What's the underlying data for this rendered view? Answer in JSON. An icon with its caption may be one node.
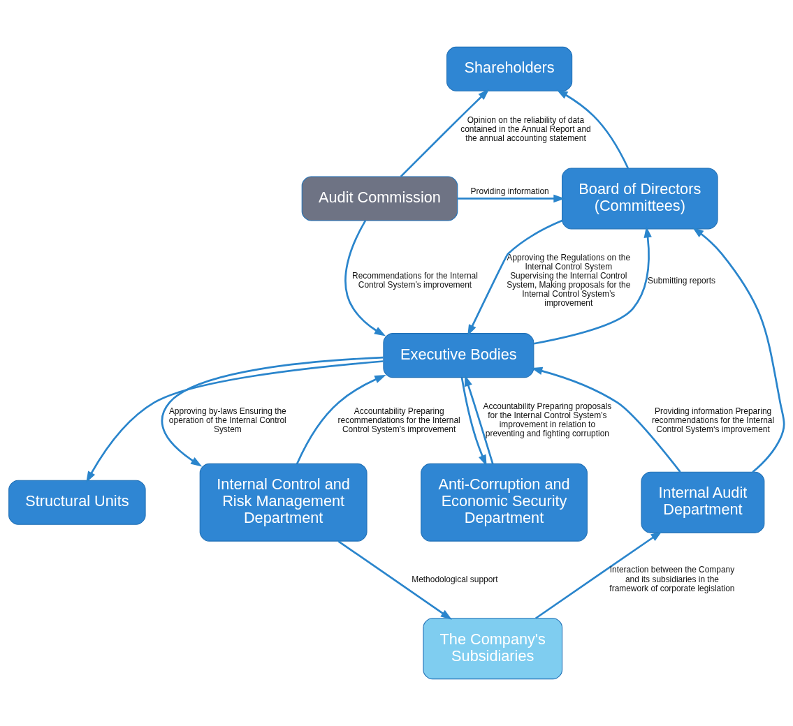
{
  "diagram": {
    "nodes": [
      {
        "text": [
          "Shareholders"
        ]
      },
      {
        "text": [
          "Audit Commission"
        ]
      },
      {
        "text": [
          "Board of Directors (Committees)"
        ]
      },
      {
        "text": [
          "Executive Bodies"
        ]
      },
      {
        "text": [
          "Structural Units"
        ]
      },
      {
        "text": [
          "Internal Control and Risk Management Department"
        ]
      },
      {
        "text": [
          "Anti-Corruption and Economic Security Department"
        ]
      },
      {
        "text": [
          "Internal Audit Department"
        ]
      },
      {
        "text": [
          "The Company's Subsidiaries"
        ]
      }
    ],
    "edges": [
      {
        "from": 1,
        "to": 0,
        "arrow": "to",
        "label": "Opinion on the reliability of data contained in the Annual Report and the annual accounting statement"
      },
      {
        "from": 1,
        "to": 2,
        "arrow": "to",
        "label": "Providing information"
      },
      {
        "from": 2,
        "to": 0,
        "arrow": "to"
      },
      {
        "from": 2,
        "to": 3,
        "arrow": "to",
        "label": "Approving the Regulations on the Internal Control System Supervising the Internal Control System, Making proposals for the Internal Control System’s improvement"
      },
      {
        "from": 3,
        "to": 2,
        "arrow": "to",
        "label": "Submitting reports"
      },
      {
        "from": 1,
        "to": 3,
        "arrow": "to",
        "label": "Recommendations for the Internal Control System’s improvement"
      },
      {
        "from": 7,
        "to": 2,
        "arrow": "to"
      },
      {
        "from": 7,
        "to": 3,
        "arrow": "to",
        "label": "Providing information Preparing recommendations for the Internal Control System‘s improvement"
      },
      {
        "from": 3,
        "to": 5,
        "arrow": "to",
        "label": "Approving by-laws Ensuring the operation of the Internal Control System"
      },
      {
        "from": 3,
        "to": 4,
        "arrow": "to"
      },
      {
        "from": 3,
        "to": 6,
        "arrow": "to"
      },
      {
        "from": 5,
        "to": 3,
        "arrow": "to",
        "label": "Accountability Preparing recommendations for the Internal Control System’s improvement"
      },
      {
        "from": 6,
        "to": 3,
        "arrow": "to",
        "label": "Accountability Preparing proposals for the Internal Control System’s improvement in relation to preventing and fighting corruption"
      },
      {
        "from": 5,
        "to": 8,
        "arrow": "to",
        "label": "Methodological support"
      },
      {
        "from": 8,
        "to": 7,
        "arrow": "to",
        "label": "Interaction between the Company and its subsidiaries in the framework of corporate legislation"
      }
    ]
  }
}
